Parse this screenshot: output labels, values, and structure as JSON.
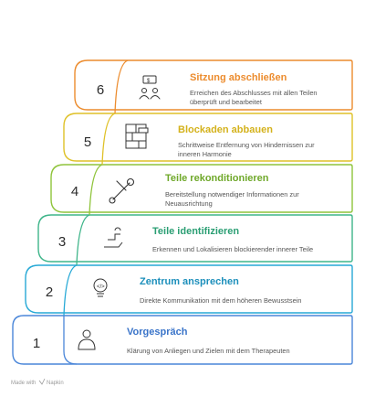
{
  "colors": {
    "step1": "#4a86d9",
    "step2": "#27a9d6",
    "step3": "#3fb58a",
    "step4": "#8fc43b",
    "step5": "#dfc128",
    "step6": "#ec8c2e"
  },
  "steps": [
    {
      "number": "6",
      "title": "Sitzung abschließen",
      "desc_line1": "Erreichen des Abschlusses mit allen Teilen",
      "desc_line2": "überprüft und bearbeitet",
      "icon": "handshake-icon"
    },
    {
      "number": "5",
      "title": "Blockaden abbauen",
      "desc_line1": "Schrittweise Entfernung von Hindernissen zur",
      "desc_line2": "inneren Harmonie",
      "icon": "wall-roller-icon"
    },
    {
      "number": "4",
      "title": "Teile rekonditionieren",
      "desc_line1": "Bereitstellung notwendiger Informationen zur",
      "desc_line2": "Neuausrichtung",
      "icon": "wrench-icon"
    },
    {
      "number": "3",
      "title": "Teile identifizieren",
      "desc_line1": "Erkennen und Lokalisieren blockierender innerer Teile",
      "desc_line2": "",
      "icon": "puzzle-hand-icon"
    },
    {
      "number": "2",
      "title": "Zentrum ansprechen",
      "desc_line1": "Direkte Kommunikation mit dem höheren Bewusstsein",
      "desc_line2": "",
      "icon": "code-bulb-icon"
    },
    {
      "number": "1",
      "title": "Vorgespräch",
      "desc_line1": "Klärung von Anliegen und Zielen mit dem Therapeuten",
      "desc_line2": "",
      "icon": "person-icon"
    }
  ],
  "footer": {
    "made_with": "Made with",
    "brand": "Napkin"
  }
}
